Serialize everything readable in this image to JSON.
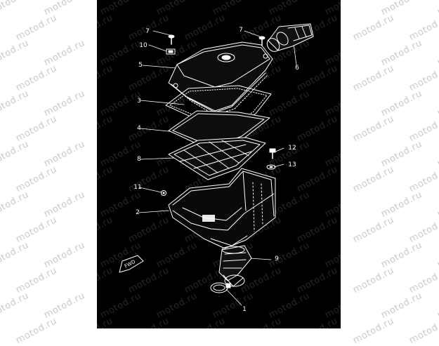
{
  "watermark_text": "motod.ru",
  "colors": {
    "page": "#ffffff",
    "panel": "#000000",
    "lines": "#ffffff",
    "watermark_outside": "#c9c9c9"
  },
  "callouts": {
    "c1": "1",
    "c2": "2",
    "c3": "3",
    "c4": "4",
    "c5": "5",
    "c6": "6",
    "c7a": "7",
    "c7b": "7",
    "c8": "8",
    "c9": "9",
    "c10": "10",
    "c11": "11",
    "c12": "12",
    "c13": "13"
  },
  "fwd_label": "FWD"
}
